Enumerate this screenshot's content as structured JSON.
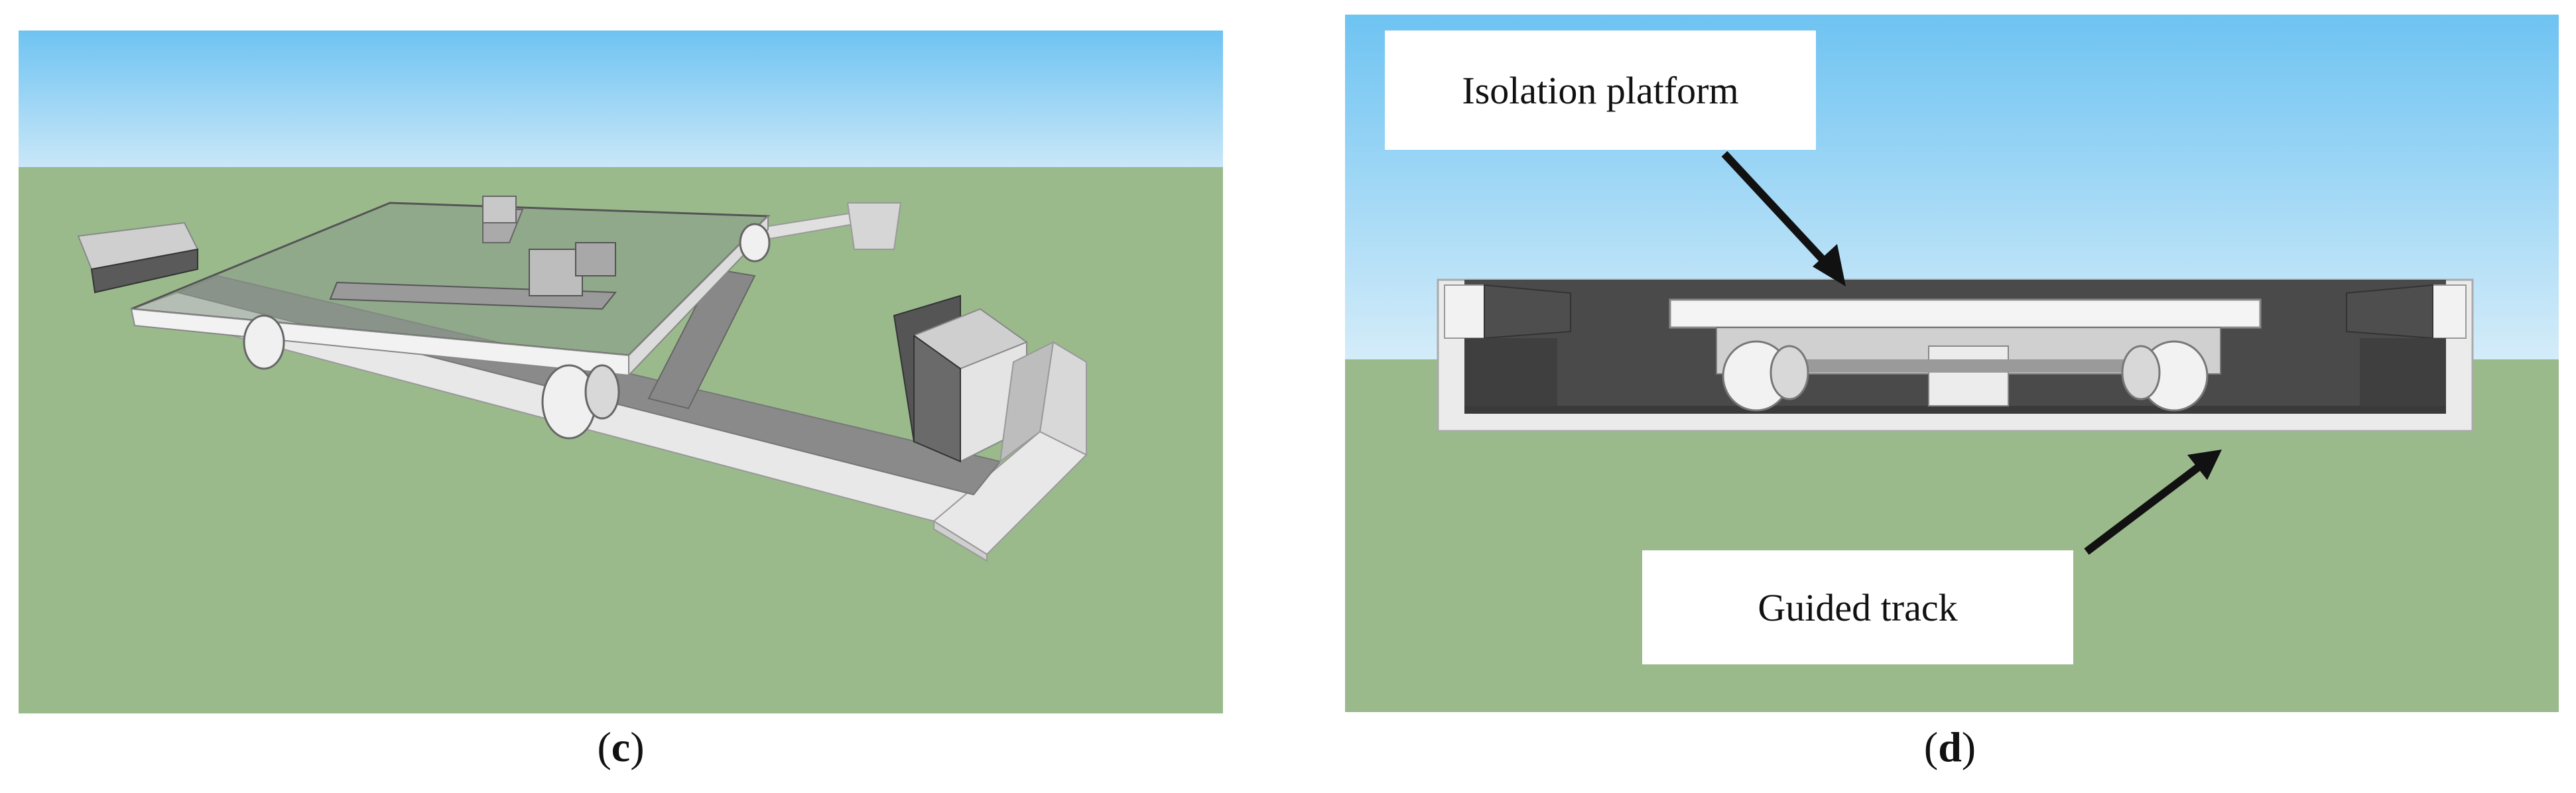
{
  "panels": [
    {
      "id": "c",
      "caption_open": "(",
      "caption_letter": "c",
      "caption_close": ")"
    },
    {
      "id": "d",
      "caption_open": "(",
      "caption_letter": "d",
      "caption_close": ")",
      "labels": {
        "platform": "Isolation platform",
        "track": "Guided track"
      }
    }
  ],
  "colors": {
    "sky_top": "#6ec3f2",
    "sky_bottom": "#c8e6f8",
    "ground": "#9aba8c",
    "track_light": "#e6e6e6",
    "track_dark": "#4a4a4a",
    "platform_glass": "#8a9a8a"
  }
}
